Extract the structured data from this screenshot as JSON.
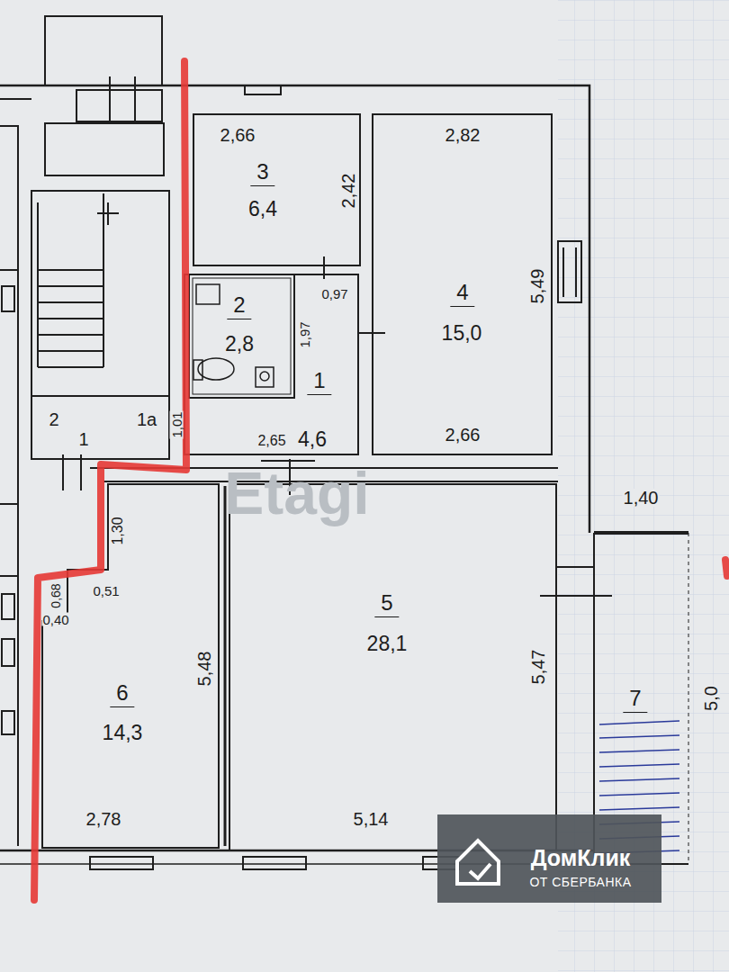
{
  "diagram": {
    "nodes": [
      {
        "text": [
          "3",
          "6,4"
        ]
      },
      {
        "text": [
          "4",
          "15,0"
        ]
      },
      {
        "text": [
          "1",
          "4,6"
        ]
      },
      {
        "text": [
          "2",
          "2,8"
        ],
        "in": 2
      },
      {
        "text": [
          "6",
          "14,3"
        ]
      },
      {
        "text": [
          "5",
          "28,1"
        ]
      },
      {
        "text": [
          "7"
        ]
      },
      {
        "text": [
          "ДомКлик",
          "ОТ СБЕРБАНКА"
        ]
      }
    ],
    "labels": [
      "2,66",
      "2,42",
      "0,97",
      "1,97",
      "2,82",
      "5,49",
      "2,66",
      "1,01",
      "2,65",
      "2",
      "1а",
      "1",
      "Etagi",
      "1,40",
      "1,30",
      "0,68",
      "0,51",
      "0,40",
      "5,48",
      "5,47",
      "5,0",
      "2,78",
      "5,14"
    ]
  }
}
